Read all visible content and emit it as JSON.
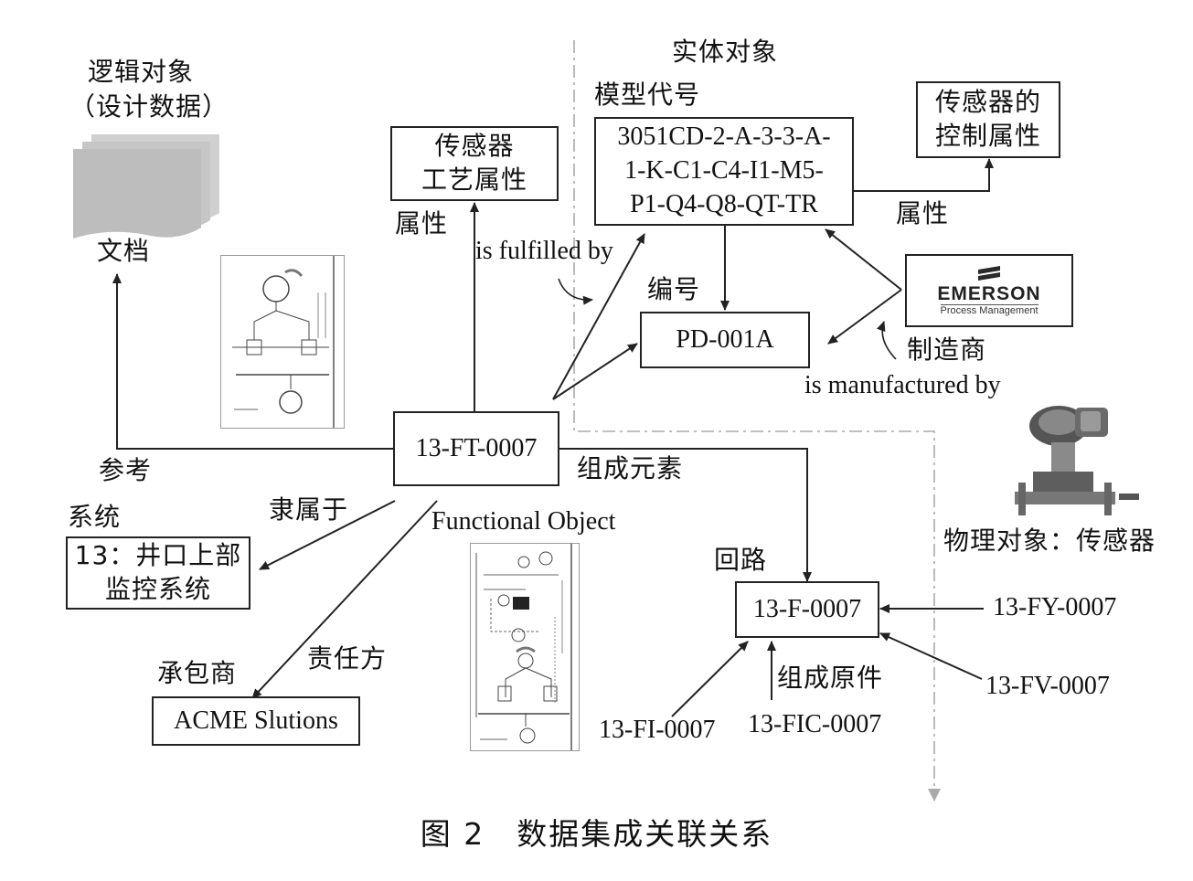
{
  "title": "图 2　数据集成关联关系",
  "logical": {
    "line1": "逻辑对象",
    "line2": "（设计数据）",
    "doc_label": "文档"
  },
  "physical_header": "实体对象",
  "model_code_label": "模型代号",
  "model_code": [
    "3051CD-2-A-3-3-A-",
    "1-K-C1-C4-I1-M5-",
    "P1-Q4-Q8-QT-TR"
  ],
  "sensor_process": [
    "传感器",
    "工艺属性"
  ],
  "sensor_control": [
    "传感器的",
    "控制属性"
  ],
  "attr_left": "属性",
  "attr_right": "属性",
  "is_fulfilled_by": "is fulfilled by",
  "number_label": "编号",
  "pd": "PD-001A",
  "emerson": {
    "brand": "EMERSON",
    "sub": "Process Management"
  },
  "manufacturer_label": "制造商",
  "is_manufactured_by": "is manufactured by",
  "physical_object": "物理对象：传感器",
  "ft": "13-FT-0007",
  "reference": "参考",
  "component": "组成元素",
  "functional_object": "Functional Object",
  "system_label": "系统",
  "belongs_to": "隶属于",
  "system_box": [
    "13：井口上部",
    "监控系统"
  ],
  "responsible": "责任方",
  "contractor_label": "承包商",
  "acme": "ACME Slutions",
  "loop_label": "回路",
  "loop": "13-F-0007",
  "fy": "13-FY-0007",
  "fv": "13-FV-0007",
  "fi": "13-FI-0007",
  "fic": "13-FIC-0007",
  "component_parts": "组成原件"
}
